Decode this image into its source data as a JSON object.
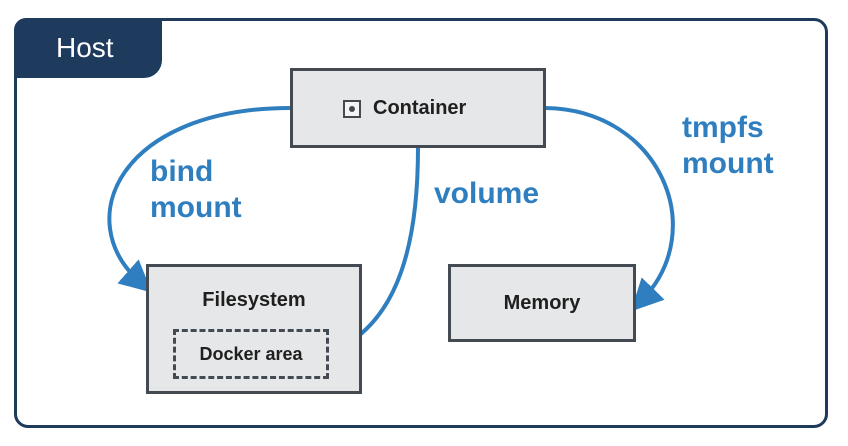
{
  "host": {
    "label": "Host"
  },
  "container": {
    "label": "Container",
    "icon": "container-icon"
  },
  "filesystem": {
    "label": "Filesystem",
    "docker_area": "Docker area"
  },
  "memory": {
    "label": "Memory"
  },
  "mounts": {
    "bind": [
      "bind",
      "mount"
    ],
    "volume": "volume",
    "tmpfs": [
      "tmpfs",
      "mount"
    ]
  },
  "colors": {
    "arrow": "#2f7fc0",
    "host_frame": "#1e3a5c",
    "box_fill": "#e6e7e8",
    "box_border": "#444a52"
  }
}
